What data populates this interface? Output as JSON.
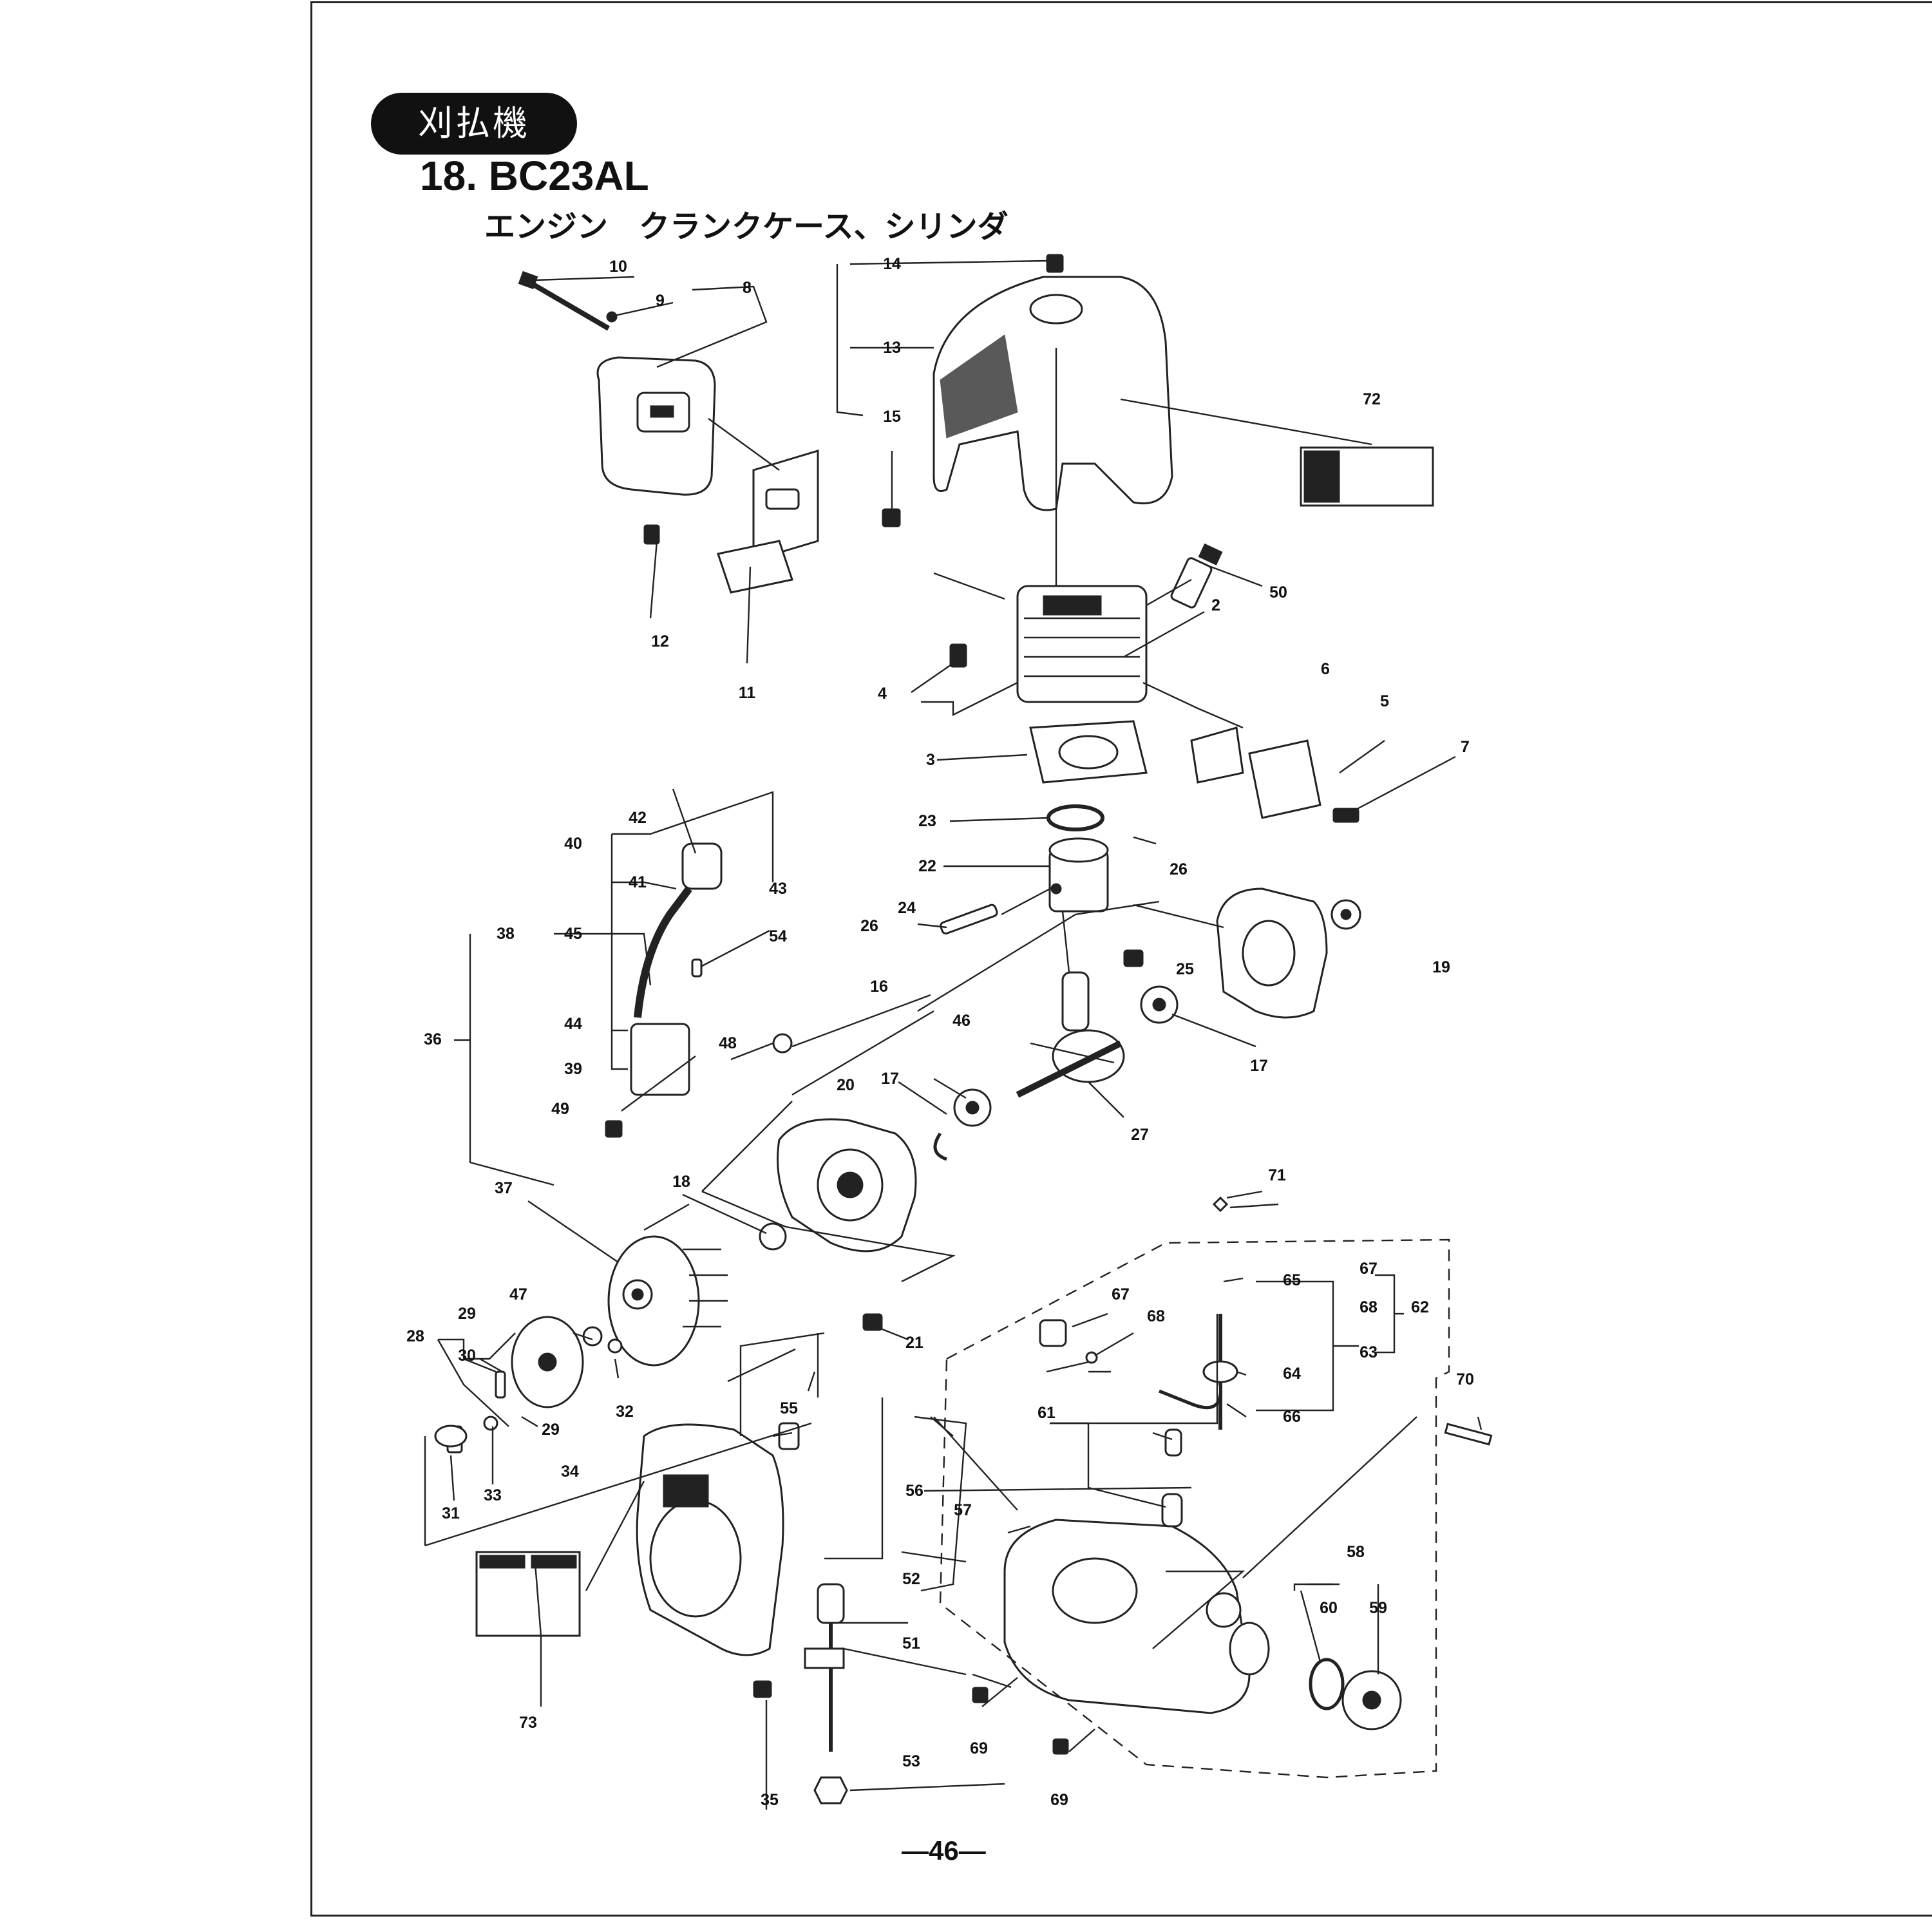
{
  "header": {
    "category_tag": "刈払機",
    "model_title": "18. BC23AL",
    "section_title": "エンジン　クランクケース、シリンダ"
  },
  "footer": {
    "page_number": "—46—"
  },
  "part_numbers": {
    "p10": "10",
    "p9": "9",
    "p8": "8",
    "p14": "14",
    "p13": "13",
    "p15": "15",
    "p72": "72",
    "p12": "12",
    "p11": "11",
    "p50": "50",
    "p2": "2",
    "p4": "4",
    "p6": "6",
    "p5": "5",
    "p3": "3",
    "p7": "7",
    "p23": "23",
    "p22": "22",
    "p26a": "26",
    "p26b": "26",
    "p24": "24",
    "p42": "42",
    "p40": "40",
    "p41": "41",
    "p43": "43",
    "p38a": "38",
    "p45": "45",
    "p54": "54",
    "p16": "16",
    "p25": "25",
    "p19": "19",
    "p36": "36",
    "p44": "44",
    "p39": "39",
    "p48": "48",
    "p46": "46",
    "p17a": "17",
    "p17b": "17",
    "p49": "49",
    "p20": "20",
    "p27": "27",
    "p37": "37",
    "p18": "18",
    "p71": "71",
    "p21": "21",
    "p65": "65",
    "p67a": "67",
    "p68a": "68",
    "p62": "62",
    "p67b": "67",
    "p68b": "68",
    "p63": "63",
    "p64": "64",
    "p66": "66",
    "p28": "28",
    "p29a": "29",
    "p47": "47",
    "p30": "30",
    "p29b": "29",
    "p32": "32",
    "p55": "55",
    "p61": "61",
    "p70": "70",
    "p31": "31",
    "p33": "33",
    "p34": "34",
    "p56": "56",
    "p57": "57",
    "p58": "58",
    "p52": "52",
    "p60": "60",
    "p59": "59",
    "p73": "73",
    "p51": "51",
    "p69a": "69",
    "p69b": "69",
    "p35": "35",
    "p53": "53"
  },
  "labels": {
    "warning_label_72": "",
    "warning_label_73": ""
  }
}
